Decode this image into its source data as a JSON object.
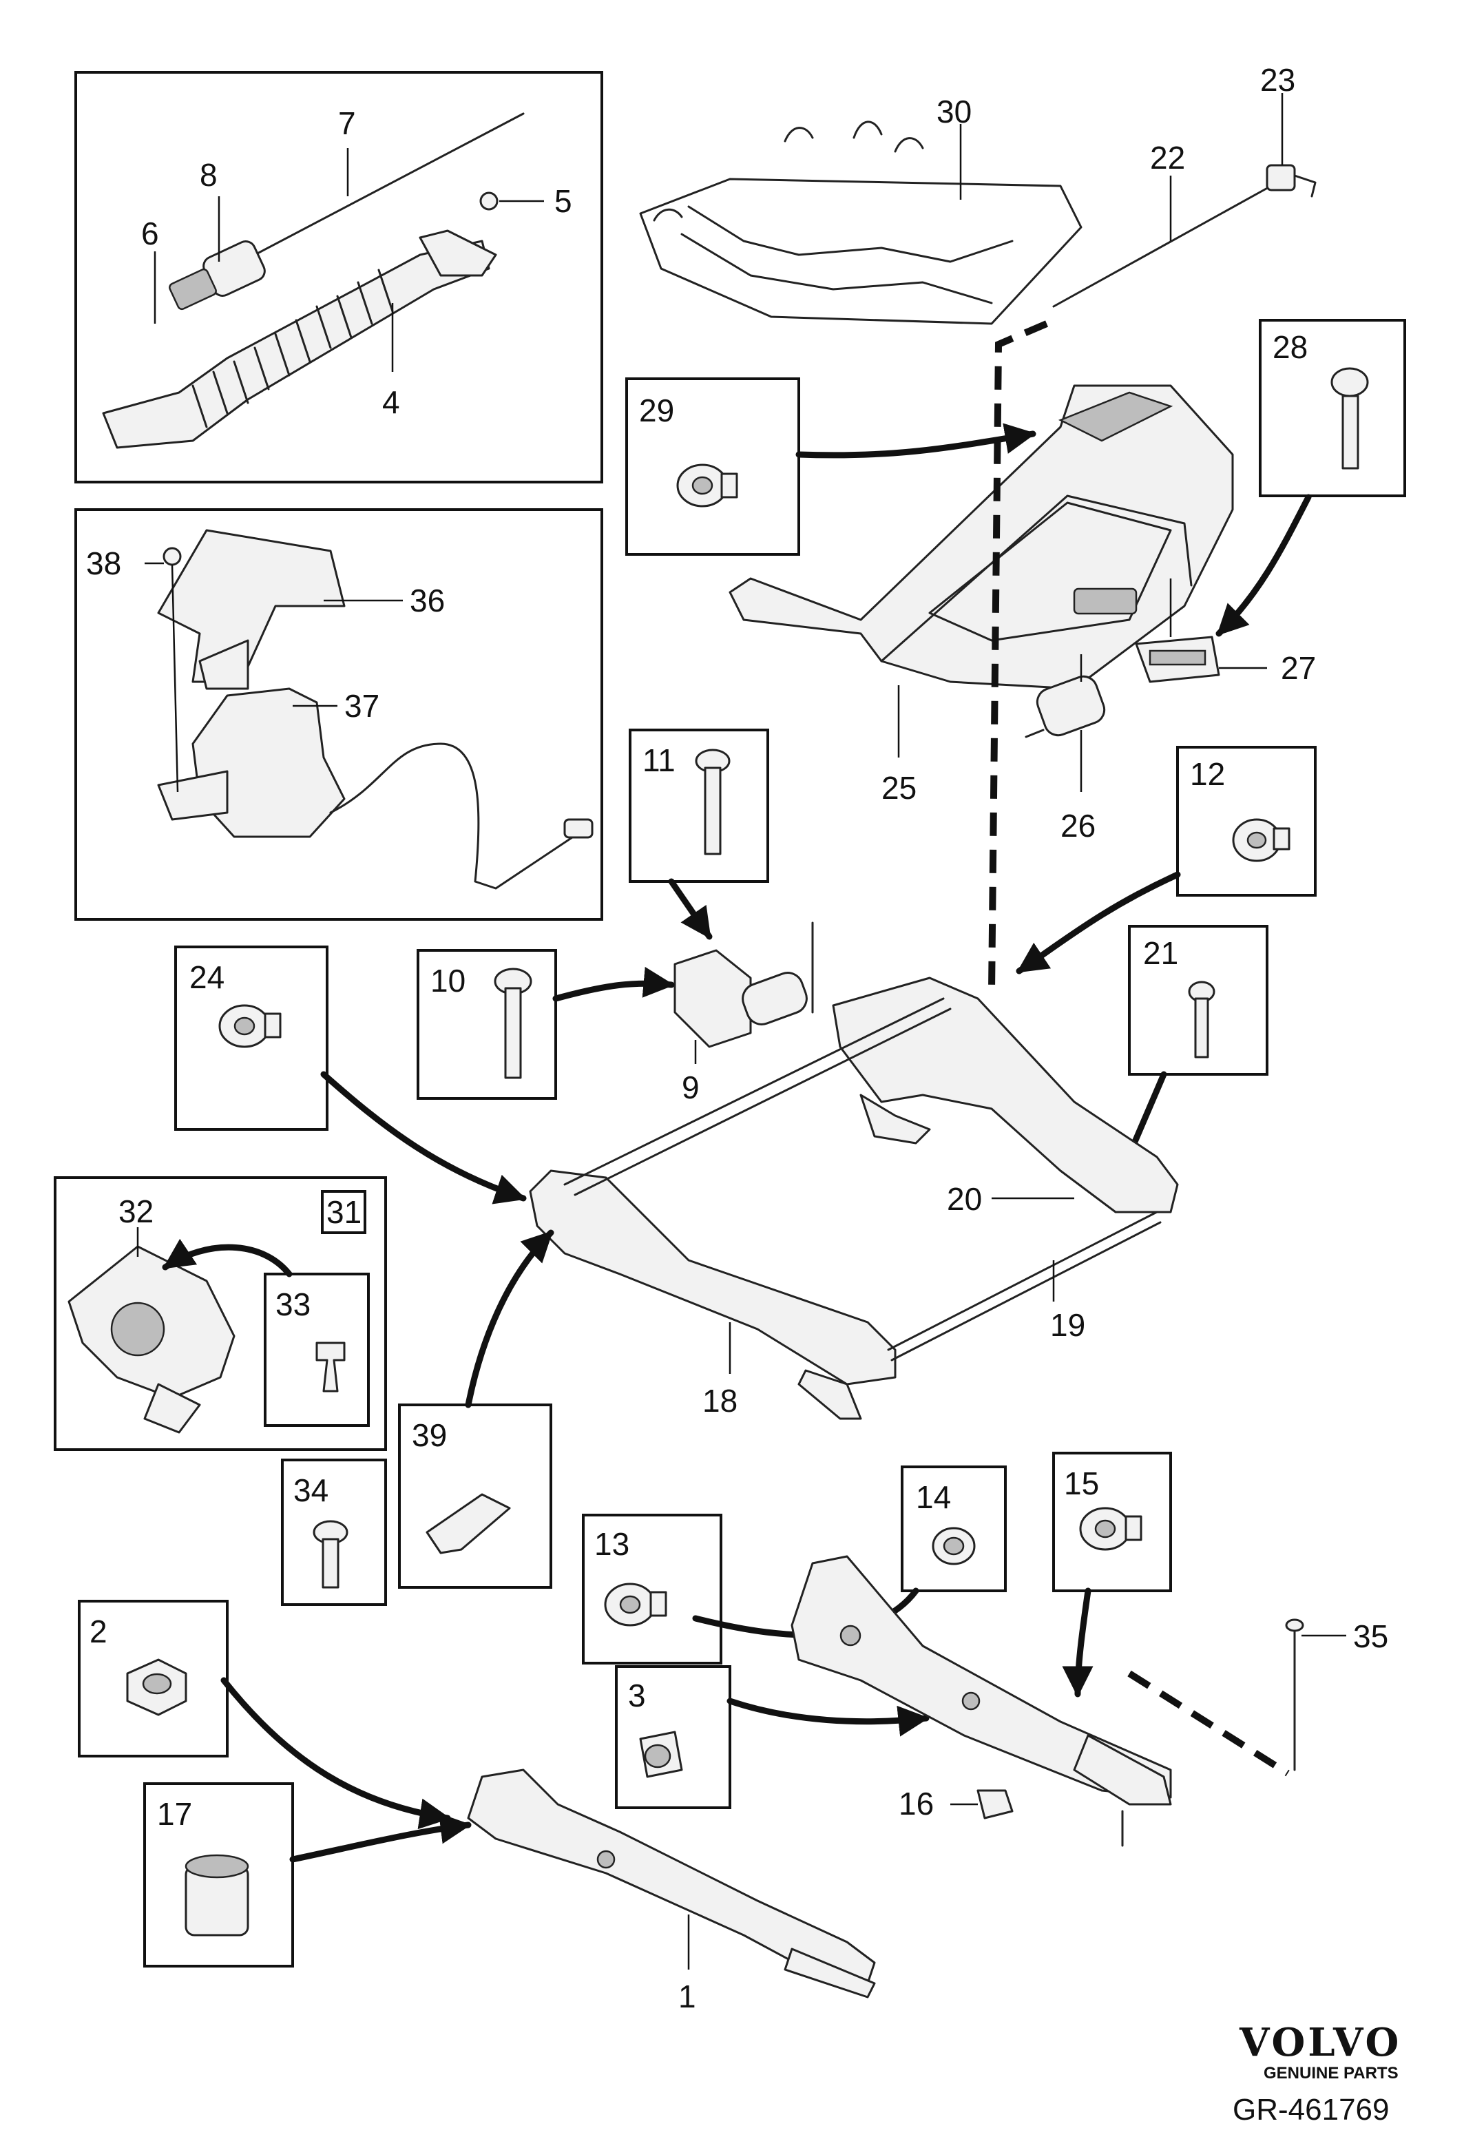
{
  "callouts": {
    "c1": "1",
    "c2": "2",
    "c3": "3",
    "c4": "4",
    "c5": "5",
    "c6": "6",
    "c7": "7",
    "c8": "8",
    "c9": "9",
    "c10": "10",
    "c11": "11",
    "c12": "12",
    "c13": "13",
    "c14": "14",
    "c15": "15",
    "c16": "16",
    "c17": "17",
    "c18": "18",
    "c19": "19",
    "c20": "20",
    "c21": "21",
    "c22": "22",
    "c23": "23",
    "c24": "24",
    "c25": "25",
    "c26": "26",
    "c27": "27",
    "c28": "28",
    "c29": "29",
    "c30": "30",
    "c31": "31",
    "c32": "32",
    "c33": "33",
    "c34": "34",
    "c35": "35",
    "c36": "36",
    "c37": "37",
    "c38": "38",
    "c39": "39"
  },
  "brand": {
    "name": "VOLVO",
    "tagline": "GENUINE PARTS"
  },
  "reference": "GR-461769"
}
